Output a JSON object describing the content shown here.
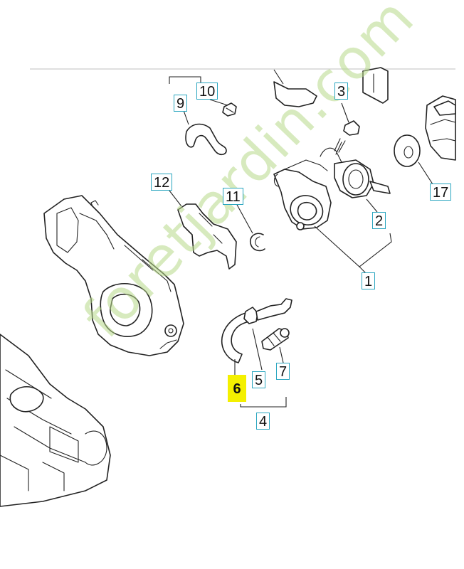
{
  "callouts": [
    {
      "id": "1",
      "label": "1",
      "highlighted": false
    },
    {
      "id": "2",
      "label": "2",
      "highlighted": false
    },
    {
      "id": "3",
      "label": "3",
      "highlighted": false
    },
    {
      "id": "4",
      "label": "4",
      "highlighted": false
    },
    {
      "id": "5",
      "label": "5",
      "highlighted": false
    },
    {
      "id": "6",
      "label": "6",
      "highlighted": true
    },
    {
      "id": "7",
      "label": "7",
      "highlighted": false
    },
    {
      "id": "9",
      "label": "9",
      "highlighted": false
    },
    {
      "id": "10",
      "label": "10",
      "highlighted": false
    },
    {
      "id": "11",
      "label": "11",
      "highlighted": false
    },
    {
      "id": "12",
      "label": "12",
      "highlighted": false
    },
    {
      "id": "17",
      "label": "17",
      "highlighted": false
    }
  ],
  "watermark": {
    "text": "foretjardin.com",
    "color": "#b7d98a"
  },
  "colors": {
    "callout_border": "#2aa6c0",
    "highlight": "#f4f000",
    "line": "#222222"
  }
}
